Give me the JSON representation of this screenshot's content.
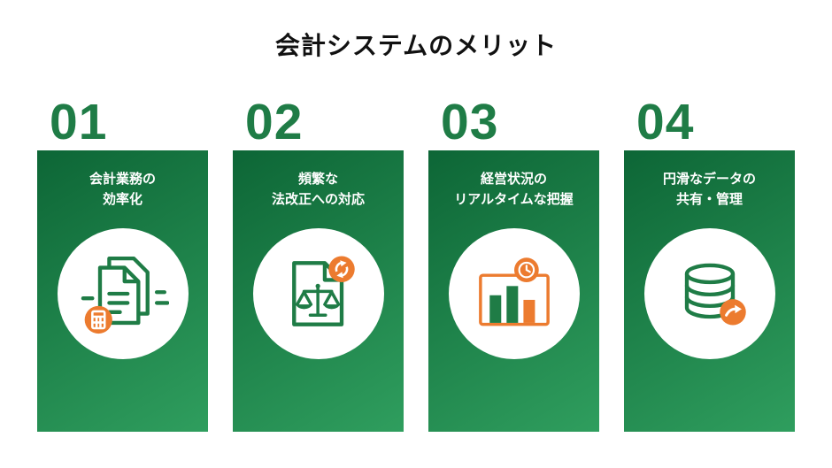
{
  "title": "会計システムのメリット",
  "colors": {
    "card_green_dark": "#0d6636",
    "card_green_light": "#2f9e5e",
    "number_green": "#1f7c46",
    "icon_green": "#1f7c46",
    "accent_orange": "#ec7b2f",
    "text_white": "#ffffff",
    "title_black": "#111111"
  },
  "cards": [
    {
      "number": "01",
      "line1": "会計業務の",
      "line2": "効率化",
      "icon": "documents-calculator-icon"
    },
    {
      "number": "02",
      "line1": "頻繁な",
      "line2": "法改正への対応",
      "icon": "scales-refresh-icon"
    },
    {
      "number": "03",
      "line1": "経営状況の",
      "line2": "リアルタイムな把握",
      "icon": "chart-clock-icon"
    },
    {
      "number": "04",
      "line1": "円滑なデータの",
      "line2": "共有・管理",
      "icon": "database-share-icon"
    }
  ]
}
